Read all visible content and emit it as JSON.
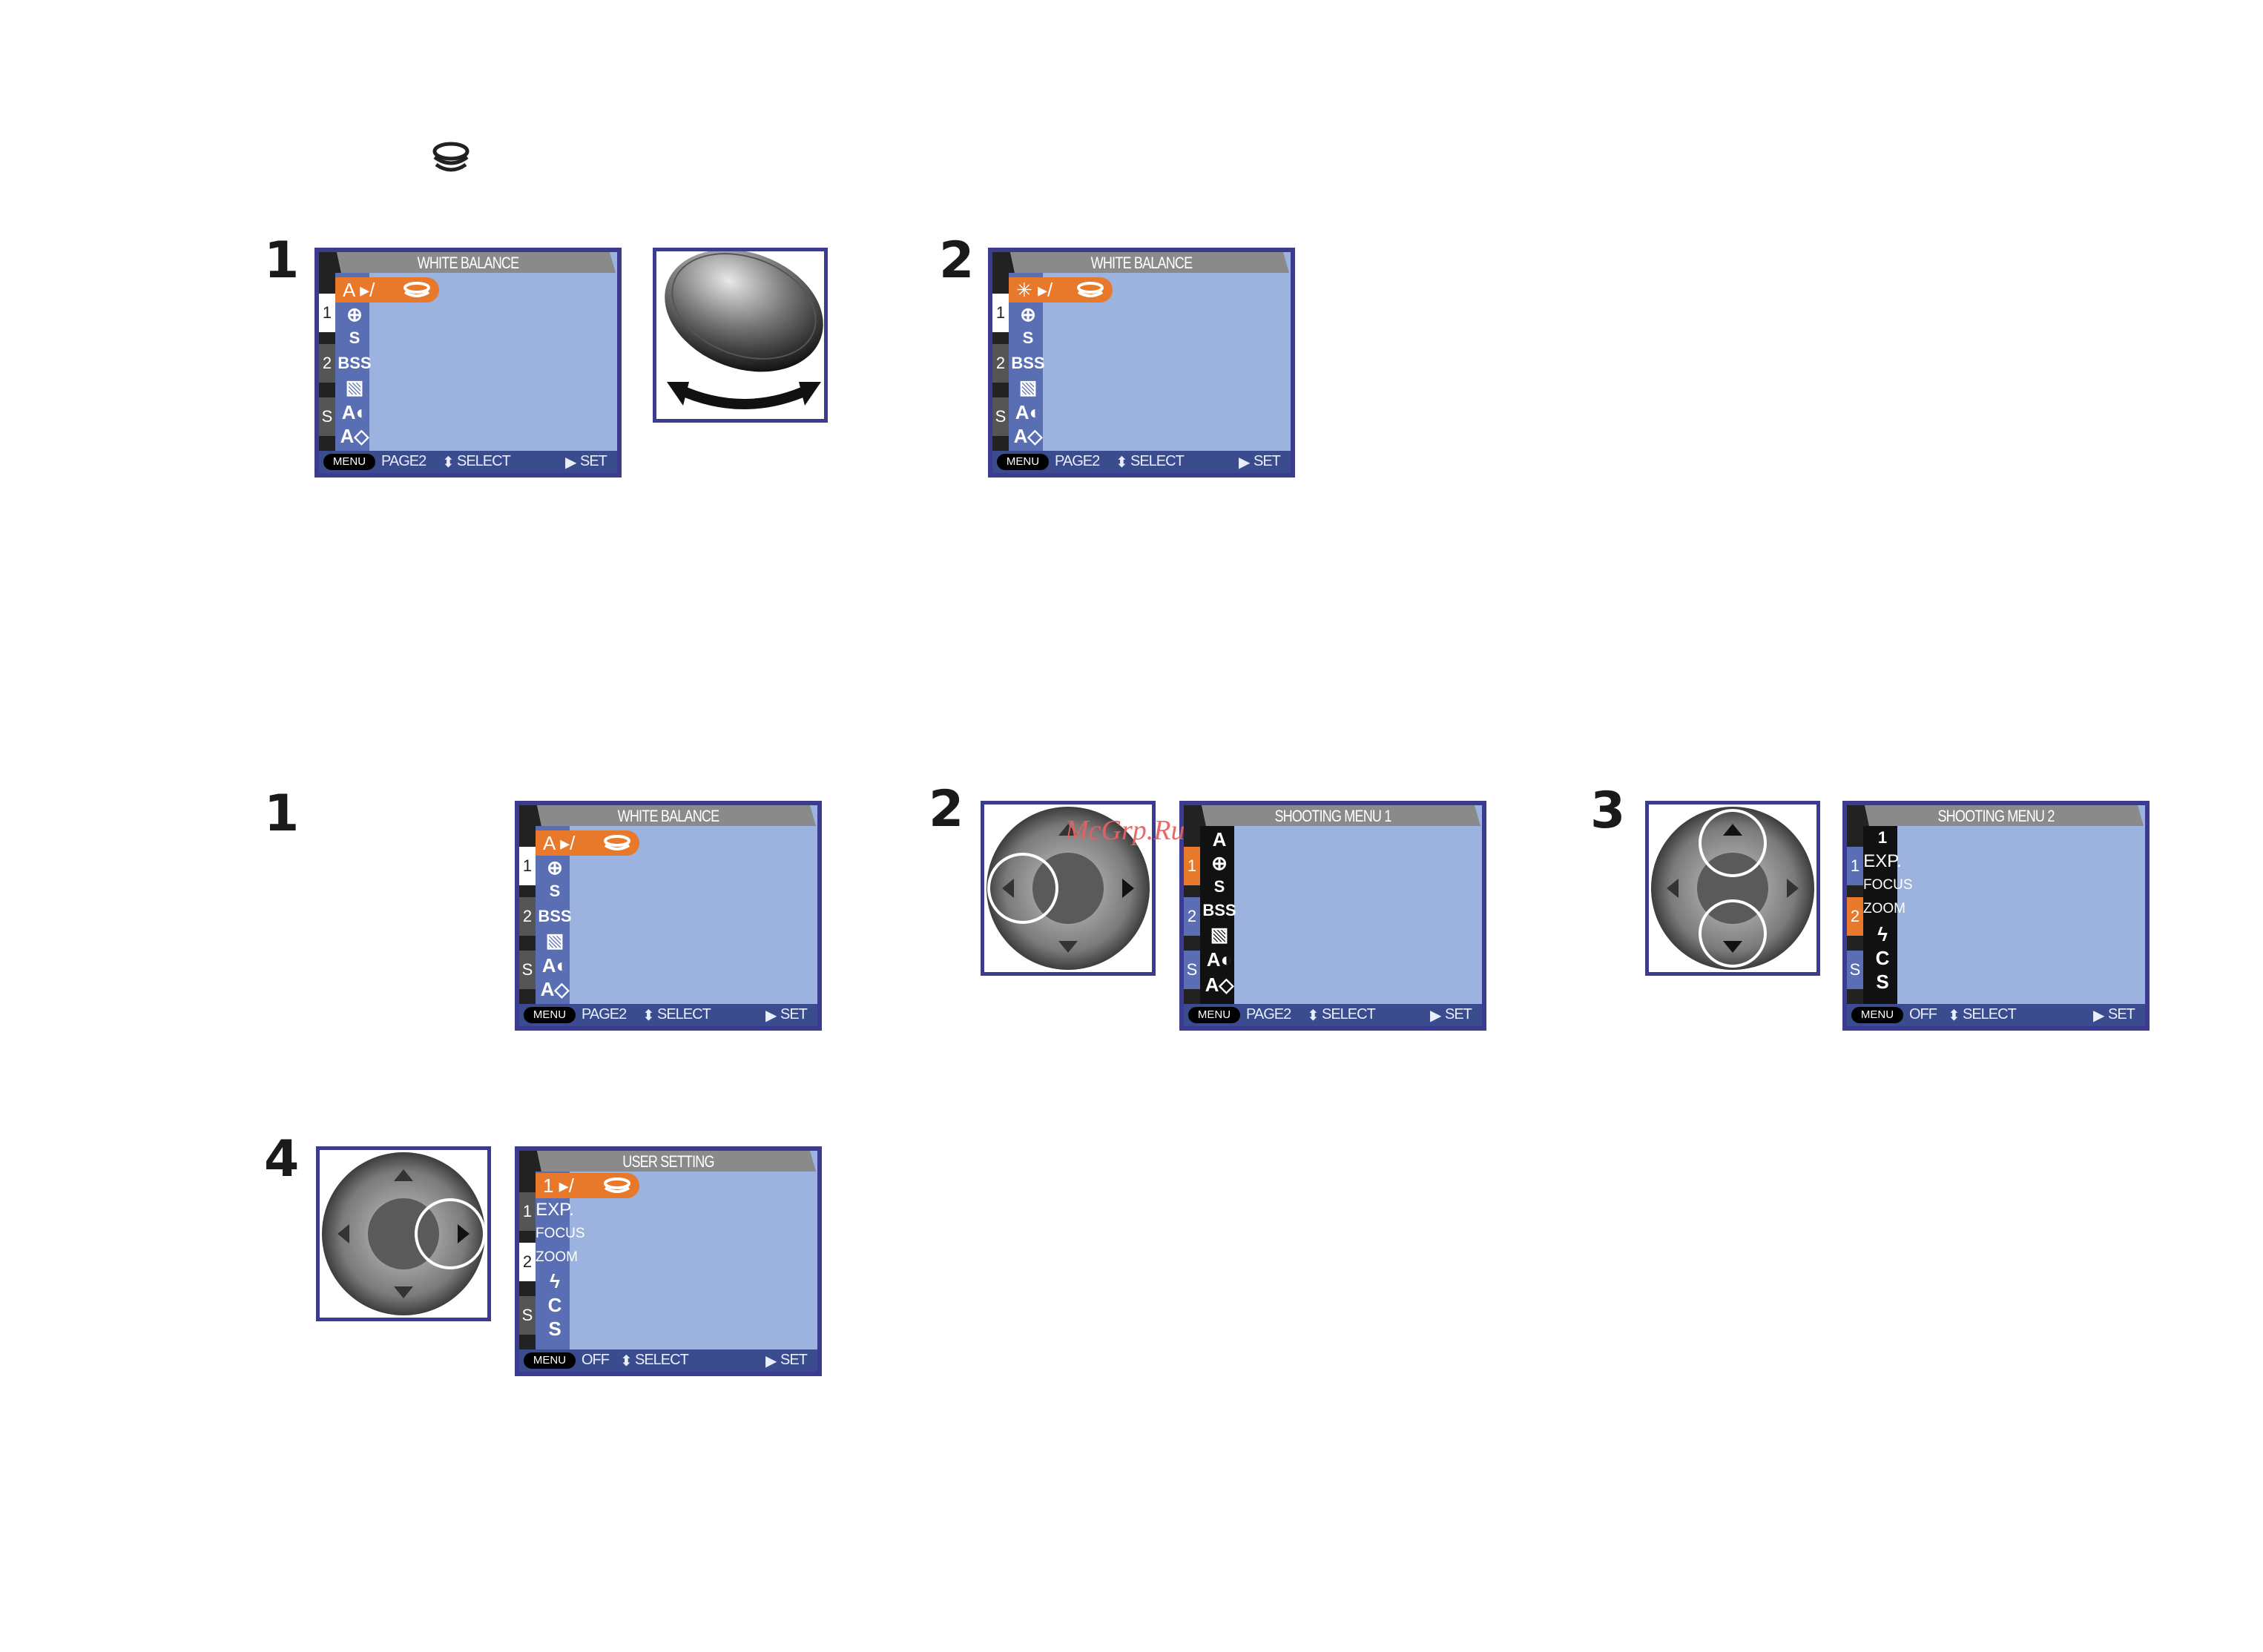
{
  "steps": {
    "a1": "1",
    "a2": "2",
    "b1": "1",
    "b2": "2",
    "b3": "3",
    "b4": "4"
  },
  "screens": {
    "wb1": {
      "title": "WHITE  BALANCE",
      "tabs": [
        "1",
        "2",
        "S"
      ],
      "selected_text": "A ▸/",
      "footer": {
        "menu": "MENU",
        "page": "PAGE2",
        "select": "SELECT",
        "set": "SET"
      }
    },
    "wb2": {
      "title": "WHITE  BALANCE",
      "tabs": [
        "1",
        "2",
        "S"
      ],
      "selected_text": "✳ ▸/",
      "footer": {
        "menu": "MENU",
        "page": "PAGE2",
        "select": "SELECT",
        "set": "SET"
      }
    },
    "wb3": {
      "title": "WHITE  BALANCE",
      "tabs": [
        "1",
        "2",
        "S"
      ],
      "selected_text": "A ▸/",
      "footer": {
        "menu": "MENU",
        "page": "PAGE2",
        "select": "SELECT",
        "set": "SET"
      }
    },
    "shoot1": {
      "title": "SHOOTING MENU 1",
      "tabs": [
        "1",
        "2",
        "S"
      ],
      "footer": {
        "menu": "MENU",
        "page": "PAGE2",
        "select": "SELECT",
        "set": "SET"
      }
    },
    "shoot2": {
      "title": "SHOOTING MENU 2",
      "tabs": [
        "1",
        "2",
        "S"
      ],
      "items": [
        "1",
        "EXP.",
        "FOCUS",
        "ZOOM",
        "ϟ",
        "C",
        "S"
      ],
      "footer": {
        "menu": "MENU",
        "page": "OFF",
        "select": "SELECT",
        "set": "SET"
      }
    },
    "user": {
      "title": "USER SETTING",
      "tabs": [
        "1",
        "2",
        "S"
      ],
      "selected_text": "1 ▸/",
      "items": [
        "EXP.",
        "FOCUS",
        "ZOOM",
        "ϟ",
        "C",
        "S"
      ],
      "footer": {
        "menu": "MENU",
        "page": "OFF",
        "select": "SELECT",
        "set": "SET"
      }
    }
  },
  "wb_items": [
    "⊕",
    "S",
    "BSS",
    "▧",
    "A◐",
    "A◇"
  ],
  "shoot1_items": [
    "A",
    "⊕",
    "S",
    "BSS",
    "▧",
    "A◐",
    "A◇"
  ],
  "watermark": "McGrp.Ru",
  "colors": {
    "frame": "#3b3b92",
    "lcd": "#9cb3df",
    "accent": "#e8782a",
    "footer": "#3a4b8e"
  }
}
